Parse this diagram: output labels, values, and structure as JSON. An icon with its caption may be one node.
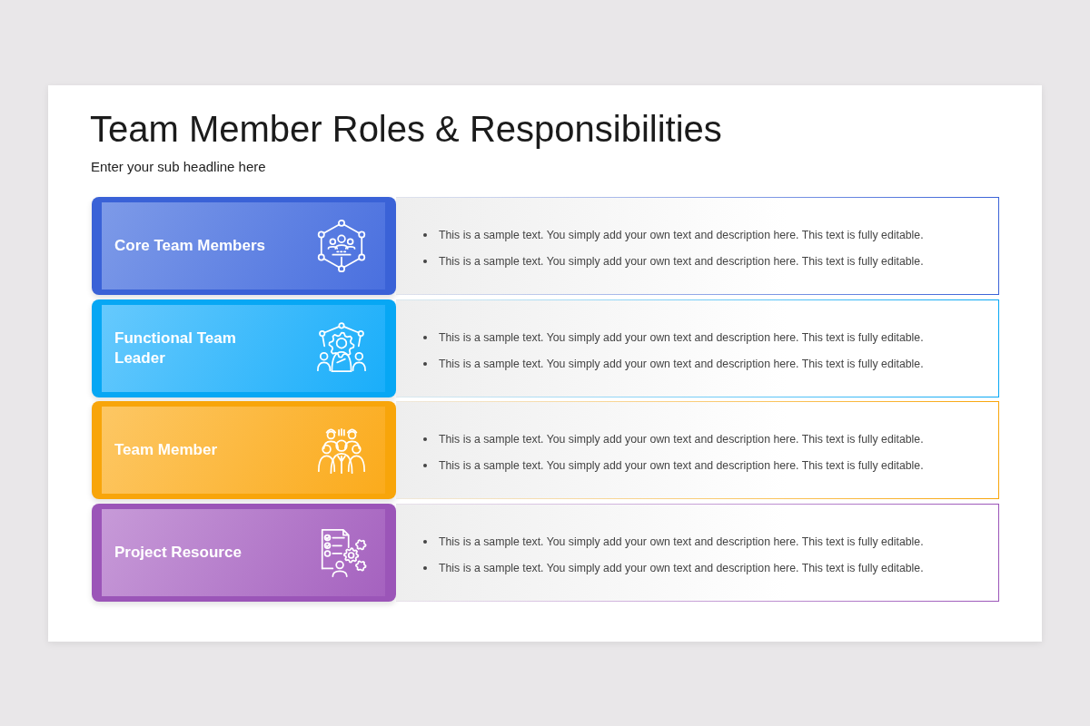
{
  "diagram": {
    "title": "Team Member Roles & Responsibilities",
    "nodes": [
      {
        "text": [
          "Core Team Members"
        ]
      },
      {
        "text": [
          "This is a sample text. You simply add your own text and description here. This text is fully editable.",
          "This is a sample text. You simply add your own text and description here. This text is fully editable."
        ]
      },
      {
        "text": [
          "Functional Team Leader"
        ]
      },
      {
        "text": [
          "This is a sample text. You simply add your own text and description here. This text is fully editable.",
          "This is a sample text. You simply add your own text and description here. This text is fully editable."
        ]
      },
      {
        "text": [
          "Team Member"
        ]
      },
      {
        "text": [
          "This is a sample text. You simply add your own text and description here. This text is fully editable.",
          "This is a sample text. You simply add your own text and description here. This text is fully editable."
        ]
      },
      {
        "text": [
          "Project Resource"
        ]
      },
      {
        "text": [
          "This is a sample text. You simply add your own text and description here. This text is fully editable.",
          "This is a sample text. You simply add your own text and description here. This text is fully editable."
        ]
      }
    ],
    "labels": [
      "Enter your sub headline here"
    ]
  }
}
